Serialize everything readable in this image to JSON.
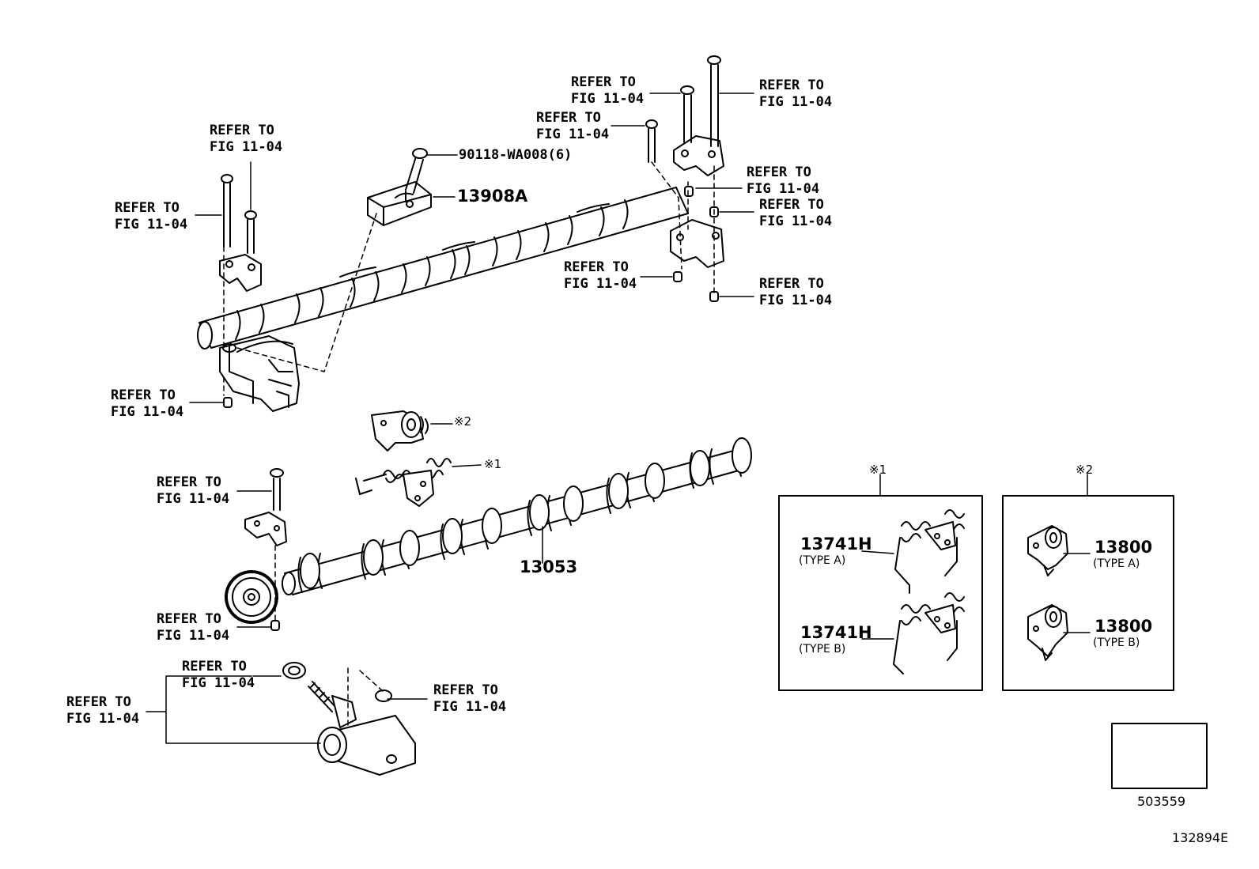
{
  "refer_to": "REFER TO",
  "fig_ref": "FIG 11-04",
  "bolt_code": "90118-WA008(6)",
  "parts": {
    "bearing_cap": "13908A",
    "camshaft": "13053",
    "spring_a": "13741H",
    "spring_b": "13741H",
    "plate_a": "13800",
    "plate_b": "13800"
  },
  "types": {
    "a": "(TYPE A)",
    "b": "(TYPE B)"
  },
  "marks": {
    "m1": "※1",
    "m2": "※2"
  },
  "image_ref": "503559",
  "diagram_code": "132894E"
}
